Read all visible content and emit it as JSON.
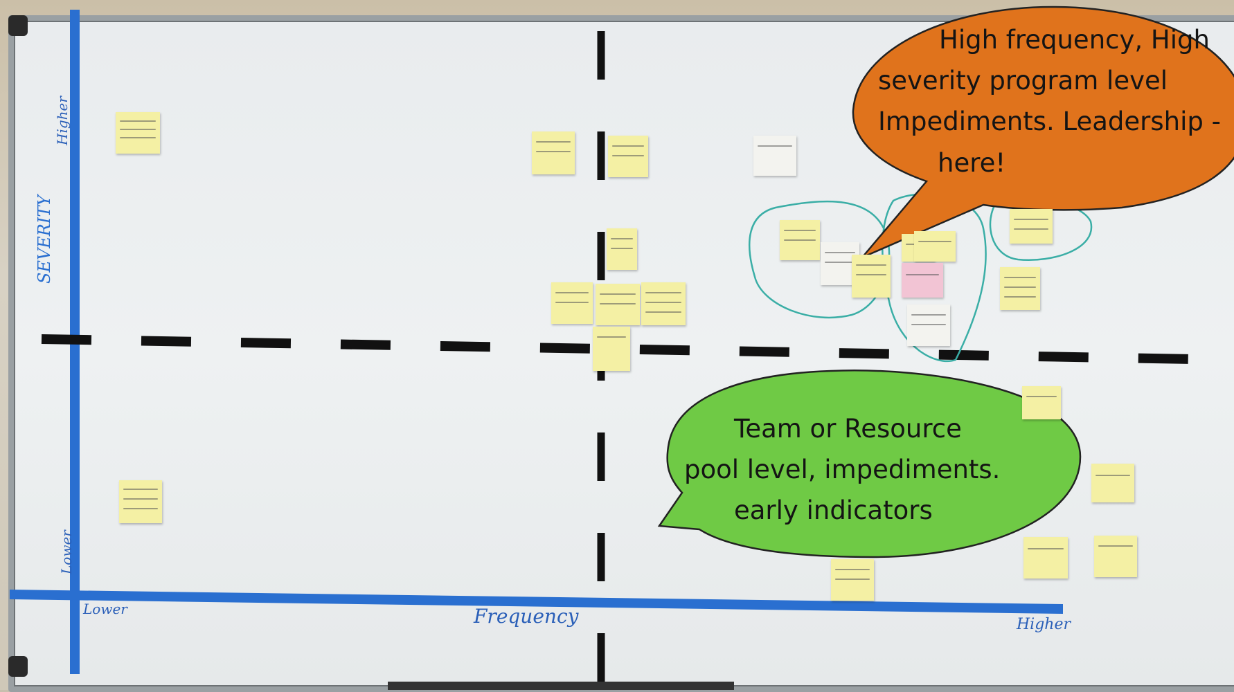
{
  "whiteboard": {
    "axis": {
      "y_label": "SEVERITY",
      "y_high": "Higher",
      "y_low": "Lower",
      "x_label": "Frequency",
      "x_low": "Lower",
      "x_high": "Higher"
    }
  },
  "callouts": {
    "orange": {
      "line1": "High frequency, High",
      "line2": "severity program level",
      "line3": "Impediments. Leadership -",
      "line4": "here!",
      "color": "#e0731c"
    },
    "green": {
      "line1": "Team or Resource",
      "line2": "pool level, impediments.",
      "line3": "early indicators",
      "color": "#6fca45"
    }
  },
  "colors": {
    "tape_blue": "#2a6fd0",
    "divider_black": "#111111",
    "sticky_yellow": "#f4f0a4",
    "marker_teal": "#3aaea6",
    "marker_red": "#e0466a"
  }
}
